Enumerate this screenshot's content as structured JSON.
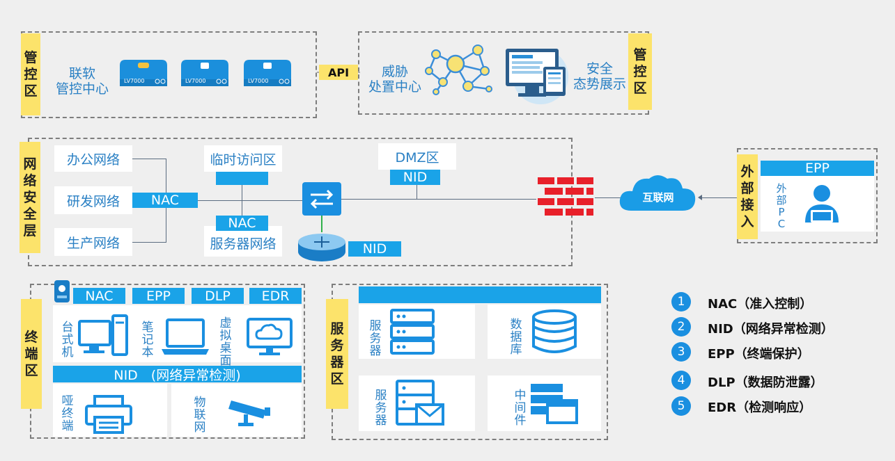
{
  "management": {
    "label_left": [
      "管",
      "控",
      "区"
    ],
    "label_right": [
      "管",
      "控",
      "区"
    ],
    "center_name": "联软\n管控中心",
    "device_label": "LV7000",
    "api": "API",
    "threat_center": "威胁\n处置中心",
    "situation": "安全\n态势展示"
  },
  "network": {
    "label": [
      "网",
      "络",
      "安",
      "全",
      "层"
    ],
    "office": "办公网络",
    "rnd": "研发网络",
    "production": "生产网络",
    "nac": "NAC",
    "temp_access": "临时访问区",
    "server_nac": "NAC",
    "server_net": "服务器网络",
    "dmz": "DMZ区",
    "dmz_nid": "NID",
    "router_nid": "NID"
  },
  "internet": {
    "label": "互联网"
  },
  "external": {
    "label": [
      "外",
      "部",
      "接",
      "入"
    ],
    "epp": "EPP",
    "pc_label": [
      "外",
      "部",
      "P",
      "C"
    ]
  },
  "terminal": {
    "label": [
      "终",
      "端",
      "区"
    ],
    "bars": [
      "NAC",
      "EPP",
      "DLP",
      "EDR"
    ],
    "desktop": [
      "台",
      "式",
      "机"
    ],
    "laptop": [
      "笔",
      "记",
      "本"
    ],
    "vdesk": [
      "虚",
      "拟",
      "桌",
      "面"
    ],
    "nid": "NID　(网络异常检测)",
    "dumb": [
      "哑",
      "终",
      "端"
    ],
    "iot": [
      "物",
      "联",
      "网"
    ]
  },
  "server_zone": {
    "label": [
      "服",
      "务",
      "器",
      "区"
    ],
    "server1": [
      "服",
      "务",
      "器"
    ],
    "database": [
      "数",
      "据",
      "库"
    ],
    "server2": [
      "服",
      "务",
      "器"
    ],
    "middleware": [
      "中",
      "间",
      "件"
    ]
  },
  "legend": [
    {
      "num": "1",
      "text": "NAC（准入控制）"
    },
    {
      "num": "2",
      "text": "NID（网络异常检测）"
    },
    {
      "num": "3",
      "text": "EPP（终端保护）"
    },
    {
      "num": "4",
      "text": "DLP（数据防泄露）"
    },
    {
      "num": "5",
      "text": "EDR（检测响应）"
    }
  ],
  "colors": {
    "accent": "#1aa3e8",
    "label_bg": "#fce36b",
    "firewall": "#e8202a"
  }
}
